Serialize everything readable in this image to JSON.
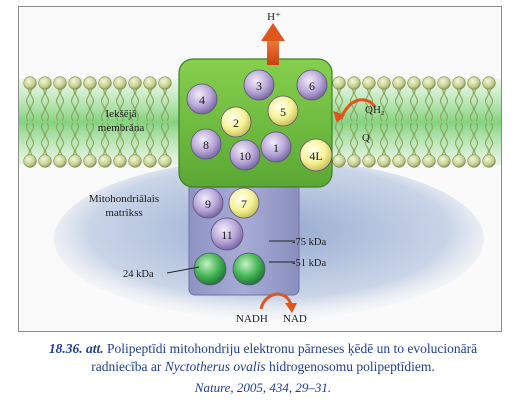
{
  "diagram": {
    "proton_label": "H⁺",
    "membrane_label_line1": "Iekšējā",
    "membrane_label_line2": "membrāna",
    "matrix_label_line1": "Mitohondriālais",
    "matrix_label_line2": "matrikss",
    "qh2_label": "QH₂",
    "q_label": "Q",
    "nadh_label": "NADH",
    "nad_label": "NAD",
    "subunits": [
      "4",
      "3",
      "6",
      "2",
      "5",
      "8",
      "10",
      "1",
      "4L",
      "9",
      "7",
      "11",
      "",
      ""
    ],
    "kda_75": "75 kDa",
    "kda_51": "51 kDa",
    "kda_24": "24 kDa",
    "colors": {
      "membrane_green": "#7fd07a",
      "complex_green": "#6fbe3f",
      "purple_subunit": "#b6a4d6",
      "yellow_subunit": "#f6f39a",
      "green_subunit": "#3fae55",
      "arrow_orange": "#e0551b",
      "matrix_blue": "#9ab1d3"
    }
  },
  "caption": {
    "number": "18.36. att.",
    "line1_rest": "Polipeptīdi mitohondriju elektronu pārneses ķēdē un to evolucionārā",
    "line2_before": "radniecība ar",
    "species": "Nyctotherus ovalis",
    "line2_after": "hidrogenosomu polipeptīdiem.",
    "reference": "Nature, 2005, 434, 29–31."
  }
}
